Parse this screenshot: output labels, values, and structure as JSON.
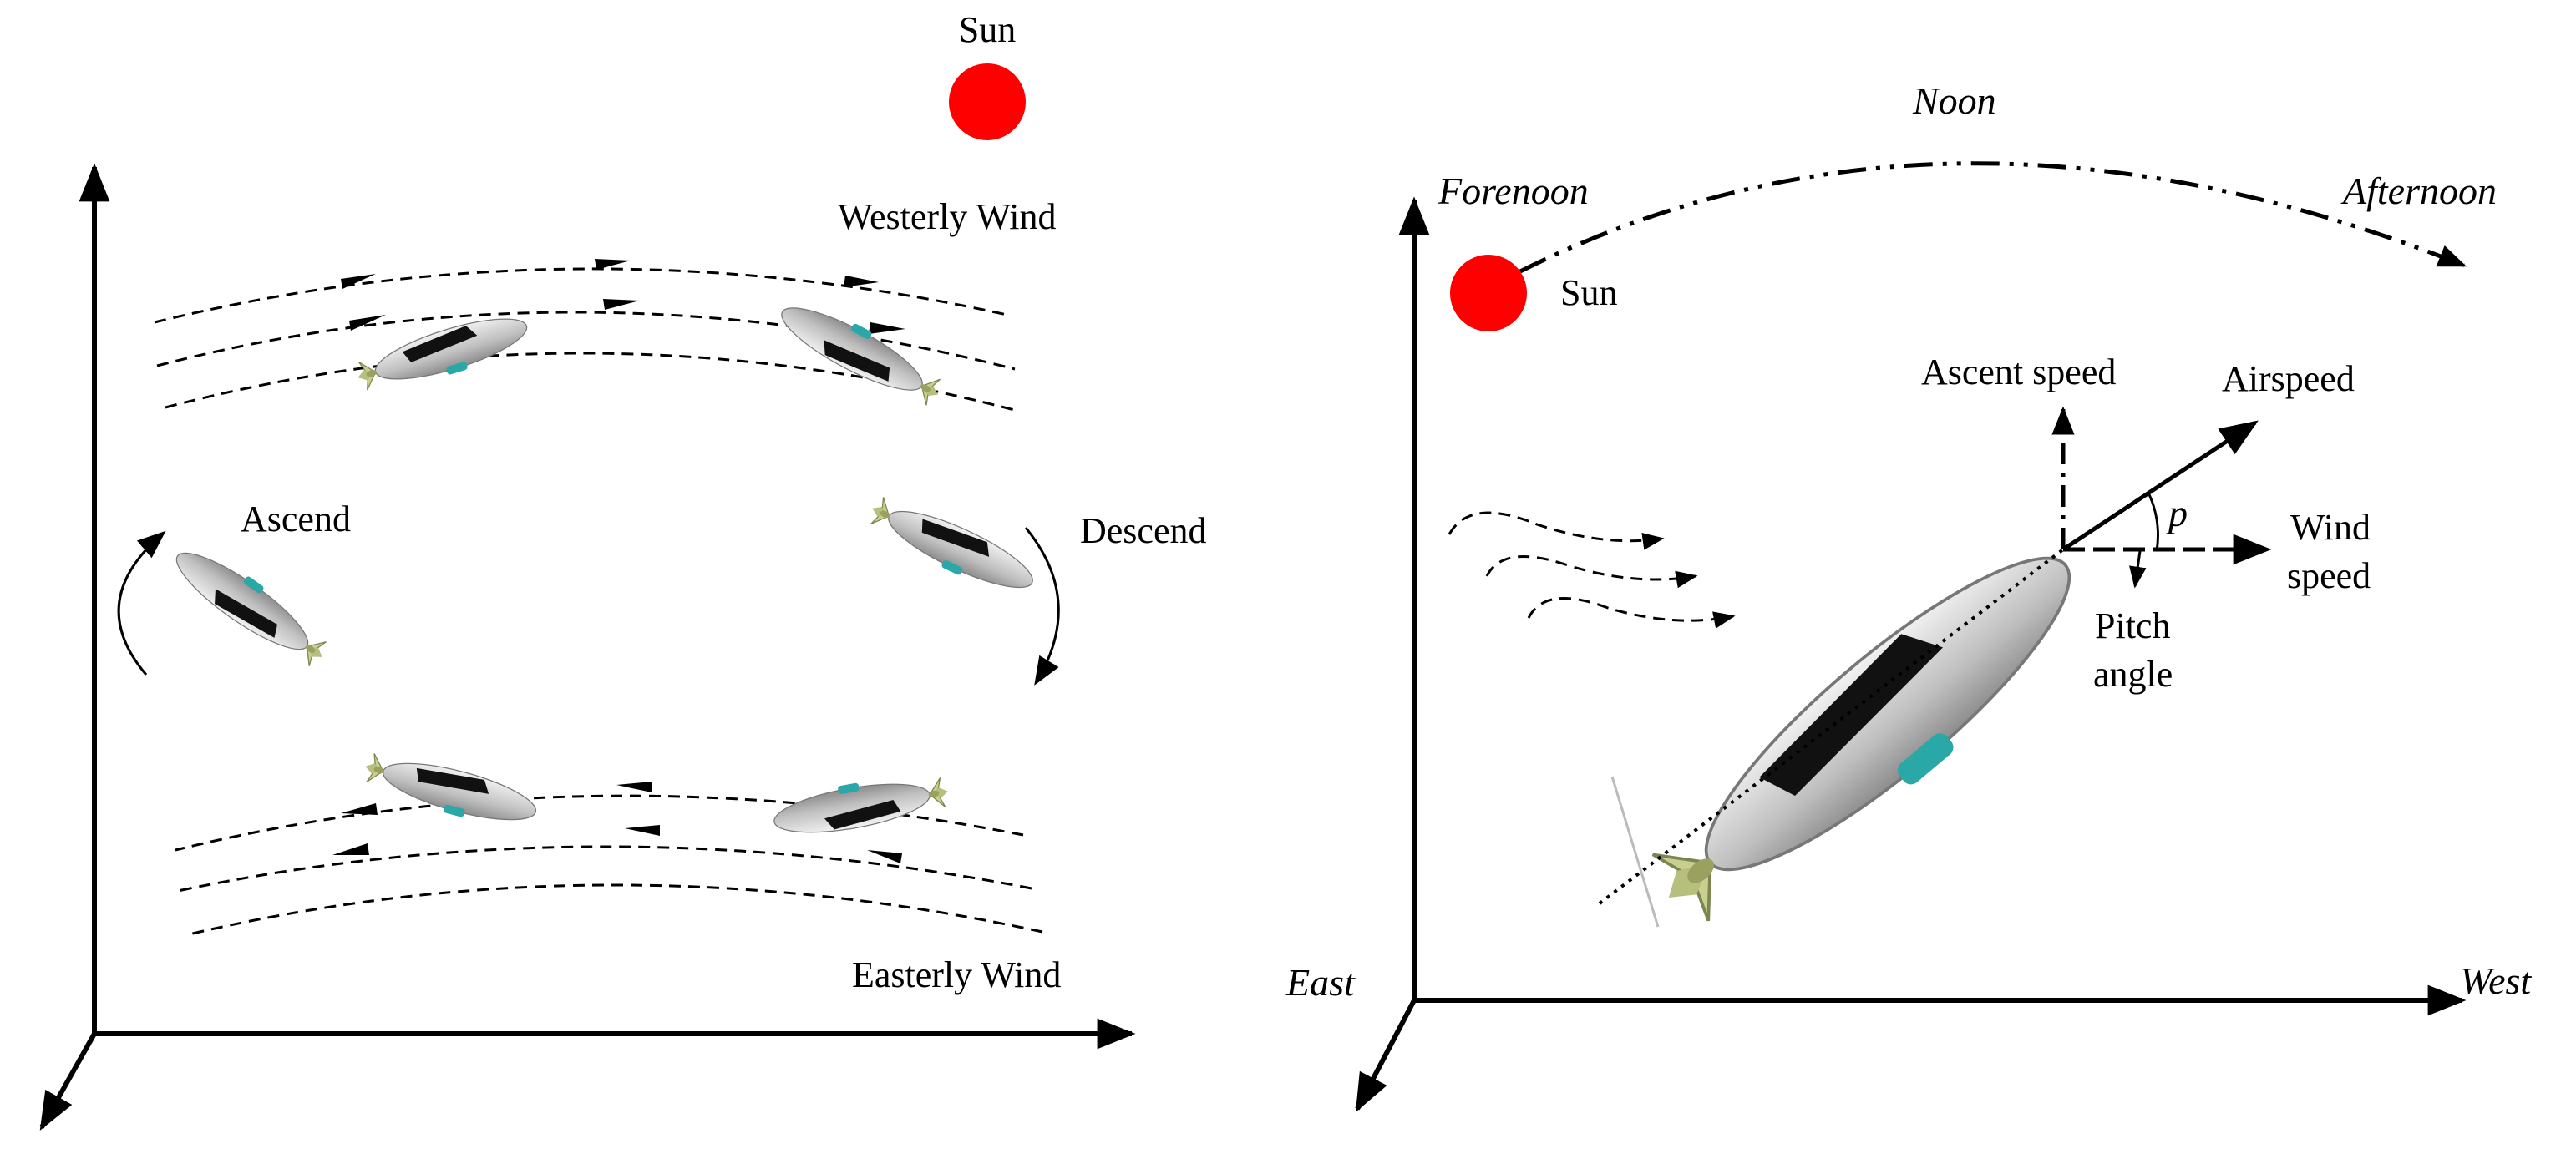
{
  "left_panel": {
    "sun_label": "Sun",
    "westerly_label": "Westerly Wind",
    "easterly_label": "Easterly Wind",
    "ascend_label": "Ascend",
    "descend_label": "Descend"
  },
  "right_panel": {
    "forenoon_label": "Forenoon",
    "noon_label": "Noon",
    "afternoon_label": "Afternoon",
    "sun_label": "Sun",
    "ascent_speed_label": "Ascent speed",
    "airspeed_label": "Airspeed",
    "wind_label_line1": "Wind",
    "wind_label_line2": "speed",
    "pitch_symbol": "p",
    "pitch_label_line1": "Pitch",
    "pitch_label_line2": "angle",
    "east_label": "East",
    "west_label": "West"
  },
  "colors": {
    "sun": "#ff0000",
    "airship_body": "#d9d9d9",
    "solar_panel": "#111111",
    "fins": "#c8cf8f",
    "gondola": "#2aa7a7"
  }
}
